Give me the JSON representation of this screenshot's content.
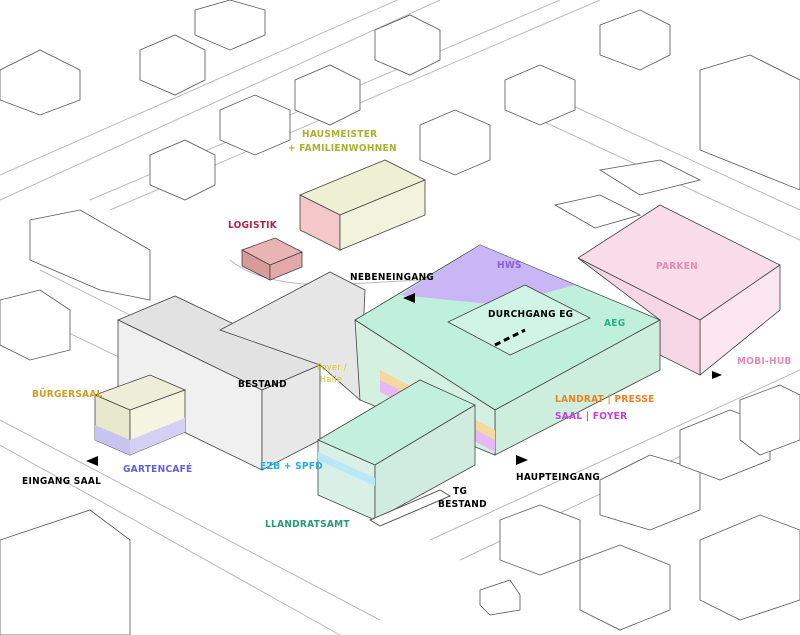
{
  "labels": {
    "hausmeister_1": "HAUSMEISTER",
    "hausmeister_2": "+ FAMILIENWOHNEN",
    "logistik": "LOGISTIK",
    "nebeneingang": "NEBENEINGANG",
    "hws": "HWS",
    "durchgang": "DURCHGANG EG",
    "aeg": "AEG",
    "parken": "PARKEN",
    "mobihub": "MOBI-HUB",
    "bestand": "BESTAND",
    "foyer_1": "Foyer /",
    "foyer_2": "Halle",
    "buergersaal": "BÜRGERSAAL",
    "landrat_presse": "LANDRAT | PRESSE",
    "saal_foyer": "SAAL | FOYER",
    "gartencafe": "GARTENCAFÉ",
    "eingang_saal": "EINGANG SAAL",
    "ezb": "EZB + SPFD",
    "haupteingang": "HAUPTEINGANG",
    "tg_1": "TG",
    "tg_2": "BESTAND",
    "landratsamt": "LLANDRATSAMT"
  },
  "colors": {
    "hausmeister": "#a9b22c",
    "logistik": "#b3214d",
    "hws": "#8a5ce0",
    "aeg": "#2bae88",
    "parken": "#e68ab2",
    "foyer": "#d6c81c",
    "buergersaal": "#cf9d1e",
    "landrat": "#f0801e",
    "saal": "#c23fe0",
    "gartencafe": "#5f5fe0",
    "ezb": "#1eaee0",
    "landratsamt": "#1f9e6e"
  }
}
